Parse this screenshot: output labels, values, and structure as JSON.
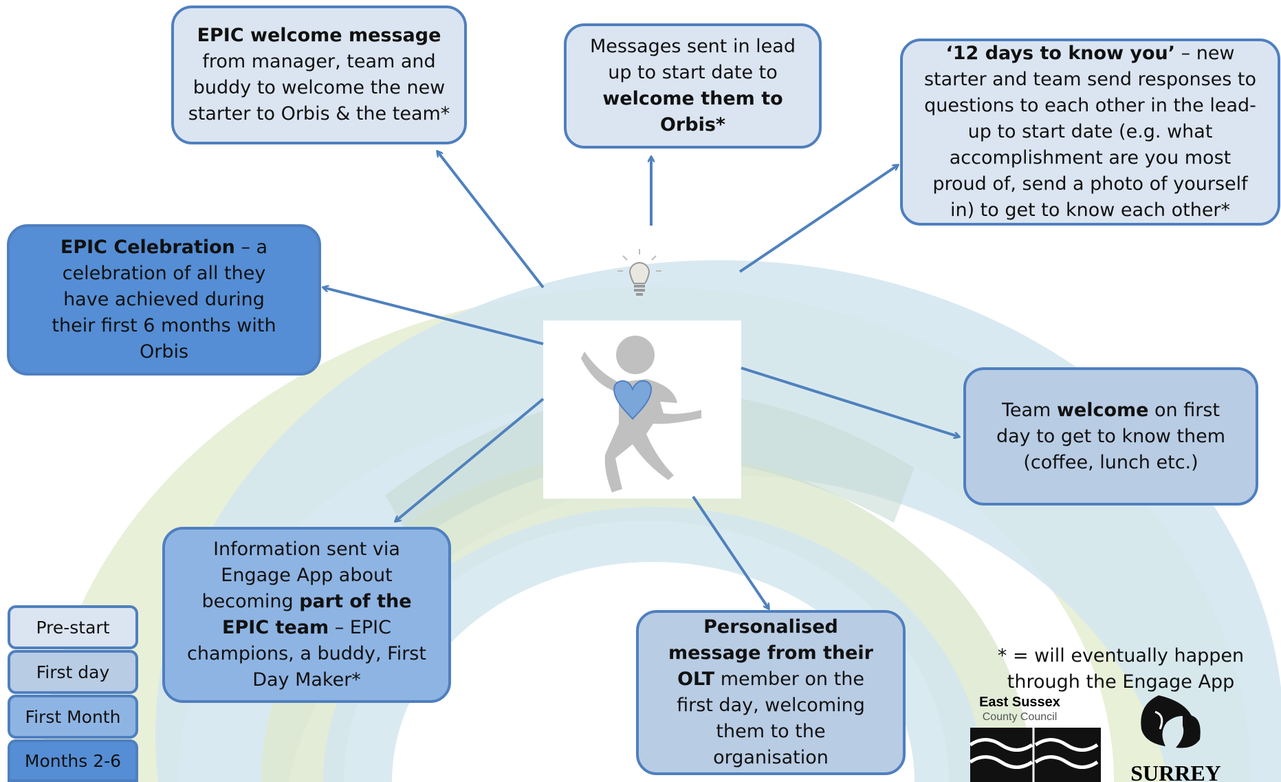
{
  "boxes": {
    "welcome_message": {
      "bold": "EPIC welcome message",
      "rest": " from manager, team and buddy to welcome the new starter to Orbis & the team*"
    },
    "messages_lead_up": {
      "pre": "Messages sent in lead up to start date to ",
      "bold": "welcome them to Orbis*"
    },
    "twelve_days": {
      "bold": "‘12 days to know you’",
      "rest": " – new starter and team send responses to questions to each other in the lead-up to start date  (e.g. what accomplishment are you most proud of, send a photo of yourself in) to get to know each other*"
    },
    "celebration": {
      "bold": "EPIC Celebration",
      "rest": " – a celebration of all they have achieved during their first 6 months with Orbis"
    },
    "team_welcome": {
      "pre": "Team ",
      "bold": "welcome",
      "rest": " on first day to get to know them (coffee, lunch etc.)"
    },
    "engage_info": {
      "pre": "Information sent via Engage App about becoming ",
      "bold": "part of the EPIC team",
      "rest": " – EPIC champions, a buddy, First Day Maker*"
    },
    "olt_message": {
      "bold": "Personalised message from their OLT",
      "rest": " member on the first day, welcoming them to the organisation"
    }
  },
  "legend": [
    {
      "label": "Pre-start",
      "color": "#dbe5f1"
    },
    {
      "label": "First day",
      "color": "#b8cce4"
    },
    {
      "label": "First Month",
      "color": "#8eb4e3"
    },
    {
      "label": "Months 2-6",
      "color": "#558ed5"
    }
  ],
  "footnote": "* = will eventually happen through the Engage App",
  "logos": {
    "east_sussex": {
      "name": "East Sussex",
      "sub": "County Council"
    },
    "surrey": {
      "name": "SURREY"
    }
  },
  "icons": [
    "lightbulb-icon",
    "person-icon",
    "heart-icon"
  ],
  "colors": {
    "border": "#4f7fbf",
    "arrow": "#4f81bd",
    "pre_start": "#dbe5f1",
    "first_day": "#b8cce4",
    "first_month": "#8eb4e3",
    "months_2_6": "#558ed5"
  }
}
